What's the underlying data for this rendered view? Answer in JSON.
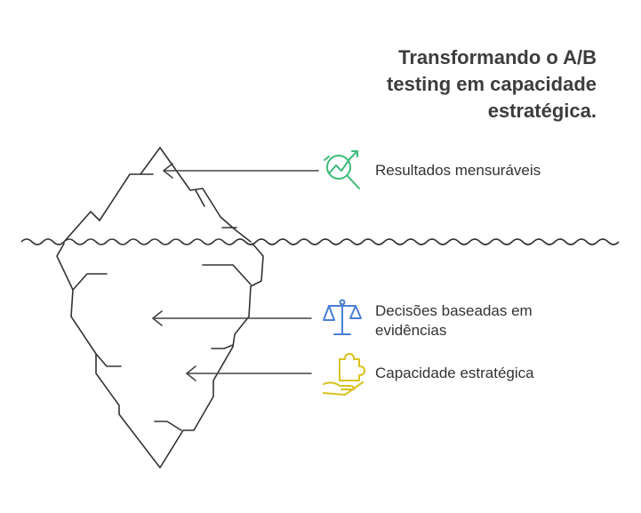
{
  "title": {
    "lines": [
      "Transformando o A/B",
      "testing em capacidade",
      "estratégica."
    ]
  },
  "items": [
    {
      "lines": [
        "Resultados mensuráveis"
      ],
      "color": "#3dbb7a",
      "icon": "growth-chart-magnifier-icon"
    },
    {
      "lines": [
        "Decisões baseadas em",
        "evidências"
      ],
      "color": "#4a7fd6",
      "icon": "balance-scale-icon"
    },
    {
      "lines": [
        "Capacidade estratégica"
      ],
      "color": "#d9c21f",
      "icon": "puzzle-hand-icon"
    }
  ]
}
